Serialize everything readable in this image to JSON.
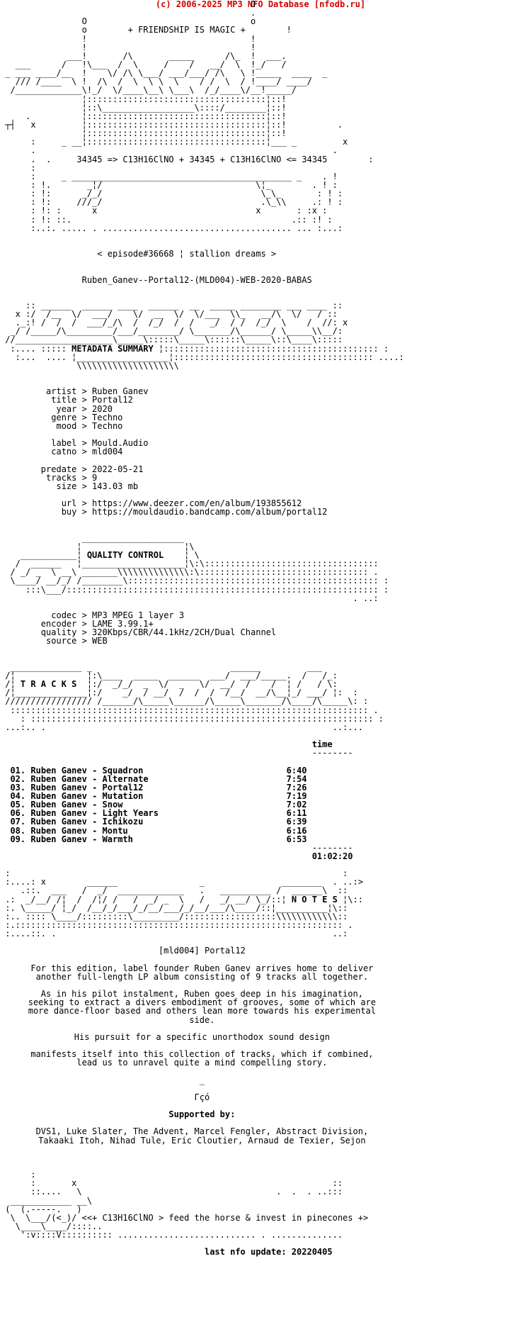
{
  "credit": "(c) 2006-2025 MP3 NFO Database [nfodb.ru]",
  "header": {
    "tagline": "+ FRIENDSHIP IS MAGIC +",
    "formula": "34345 => C13H16ClNO + 34345 + C13H16ClNO <= 34345",
    "episode": "< episode#36668 ¦ stallion dreams >",
    "release": "Ruben_Ganev--Portal12-(MLD004)-WEB-2020-BABAS"
  },
  "sections": {
    "metadata": "METADATA SUMMARY",
    "quality": "QUALITY CONTROL",
    "tracks": "T R A C K S",
    "notes": "N O T E S"
  },
  "metadata": {
    "artist": "Ruben Ganev",
    "title": "Portal12",
    "year": "2020",
    "genre": "Techno",
    "mood": "Techno",
    "label": "Mould.Audio",
    "catno": "mld004",
    "predate": "2022-05-21",
    "tracks": "9",
    "size": "143.03 mb",
    "url": "https://www.deezer.com/en/album/193855612",
    "buy": "https://mouldaudio.bandcamp.com/album/portal12"
  },
  "quality": {
    "codec": "MP3 MPEG 1 layer 3",
    "encoder": "LAME 3.99.1+",
    "quality": "320Kbps/CBR/44.1kHz/2CH/Dual Channel",
    "source": "WEB"
  },
  "tracklist": {
    "time_header": "time",
    "total": "01:02:20",
    "items": [
      {
        "no": "01.",
        "name": "Ruben Ganev - Squadron",
        "time": "6:40"
      },
      {
        "no": "02.",
        "name": "Ruben Ganev - Alternate",
        "time": "7:54"
      },
      {
        "no": "03.",
        "name": "Ruben Ganev - Portal12",
        "time": "7:26"
      },
      {
        "no": "04.",
        "name": "Ruben Ganev - Mutation",
        "time": "7:19"
      },
      {
        "no": "05.",
        "name": "Ruben Ganev - Snow",
        "time": "7:02"
      },
      {
        "no": "06.",
        "name": "Ruben Ganev - Light Years",
        "time": "6:11"
      },
      {
        "no": "07.",
        "name": "Ruben Ganev - Ichikozu",
        "time": "6:39"
      },
      {
        "no": "08.",
        "name": "Ruben Ganev - Montu",
        "time": "6:16"
      },
      {
        "no": "09.",
        "name": "Ruben Ganev - Warmth",
        "time": "6:53"
      }
    ]
  },
  "notes": {
    "heading": "[mld004] Portal12",
    "para1": [
      "For this edition, label founder Ruben Ganev arrives home to deliver",
      "another full-length LP album consisting of 9 tracks all together."
    ],
    "para2": [
      "As in his pilot instalment, Ruben goes deep in his imagination,",
      "seeking to extract a divers embodiment of grooves, some of which are",
      "more dance-floor based and others lean more towards his experimental",
      "side."
    ],
    "para3": [
      "His pursuit for a specific unorthodox sound design"
    ],
    "para4": [
      "manifests itself into this collection of tracks, which if combined,",
      "lead us to unravel quite a mind compelling story."
    ],
    "dash": "_",
    "glyph": "Γçó",
    "supported_label": "Supported by:",
    "supported": [
      "DVS1, Luke Slater, The Advent, Marcel Fengler, Abstract Division,",
      "Takaaki Itoh, Nihad Tule, Eric Cloutier, Arnaud de Texier, Sejon"
    ]
  },
  "footer": {
    "slogan": "<<+ C13H16ClNO > feed the horse & invest in pinecones +>",
    "last_update": "last nfo update: 20220405"
  }
}
